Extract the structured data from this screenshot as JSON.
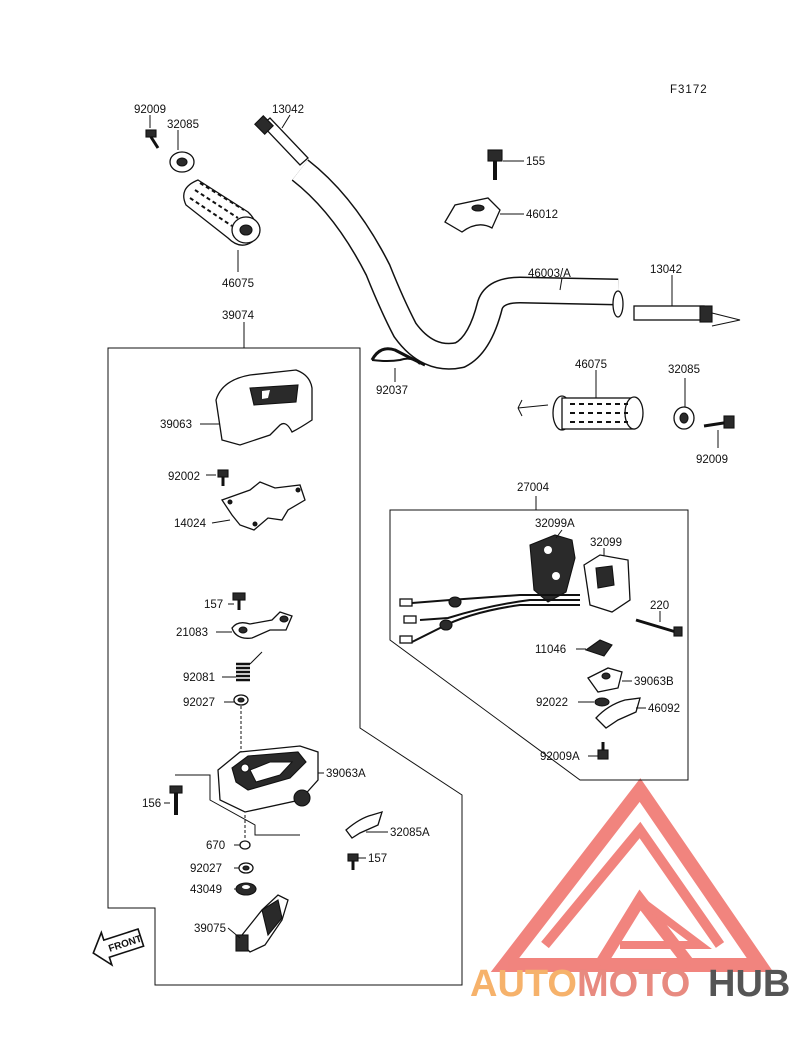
{
  "diagram_code": "F3172",
  "front_label": "FRONT",
  "labels": {
    "l_92009_tl": "92009",
    "l_32085_tl": "32085",
    "l_13042_top": "13042",
    "l_155": "155",
    "l_46012": "46012",
    "l_46075_tl": "46075",
    "l_46003": "46003/A",
    "l_13042_right": "13042",
    "l_39074": "39074",
    "l_92037": "92037",
    "l_46075_r": "46075",
    "l_32085_r": "32085",
    "l_92009_r": "92009",
    "l_39063": "39063",
    "l_92002": "92002",
    "l_14024": "14024",
    "l_27004": "27004",
    "l_32099A": "32099A",
    "l_32099": "32099",
    "l_220": "220",
    "l_157_a": "157",
    "l_21083": "21083",
    "l_11046": "11046",
    "l_39063B": "39063B",
    "l_92081": "92081",
    "l_92027_a": "92027",
    "l_92022": "92022",
    "l_46092": "46092",
    "l_92009A": "92009A",
    "l_39063A": "39063A",
    "l_156": "156",
    "l_670": "670",
    "l_32085A": "32085A",
    "l_157_b": "157",
    "l_92027_b": "92027",
    "l_43049": "43049",
    "l_39075": "39075"
  },
  "watermark": {
    "part1": "AUTO",
    "part2": "MOTO",
    "part3": "HUB",
    "color1": "#f6b26b",
    "color2": "#e88a80",
    "color3": "#555555",
    "logo_color": "#ef6f68"
  }
}
